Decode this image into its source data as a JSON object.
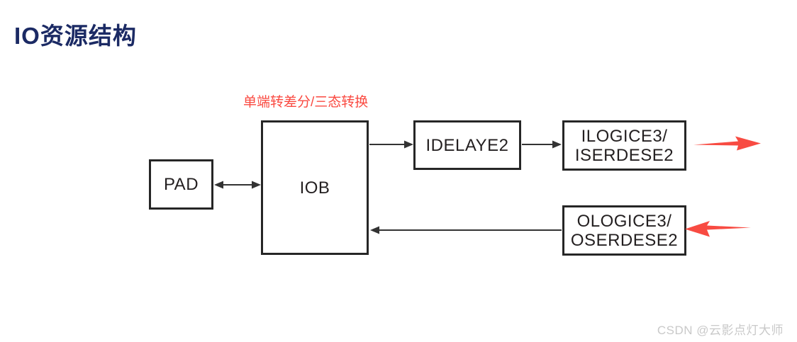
{
  "page": {
    "title": "IO资源结构",
    "title_color": "#1b2a64"
  },
  "annotation": {
    "text": "单端转差分/三态转换",
    "color": "#fa4a41"
  },
  "diagram": {
    "nodes": {
      "pad": {
        "label": "PAD"
      },
      "iob": {
        "label": "IOB"
      },
      "idelaye2": {
        "label": "IDELAYE2"
      },
      "ilogice": {
        "line1": "ILOGICE3/",
        "line2": "ISERDESE2"
      },
      "ologice": {
        "line1": "OLOGICE3/",
        "line2": "OSERDESE2"
      }
    },
    "connections": [
      "PAD <-> IOB",
      "IOB -> IDELAYE2",
      "IDELAYE2 -> ILOGICE3/ISERDESE2",
      "OLOGICE3/OSERDESE2 -> IOB"
    ],
    "colors": {
      "connector": "#333333",
      "box_border": "#262626",
      "red_arrow": "#f84b42"
    }
  },
  "watermark": {
    "text": "CSDN @云影点灯大师",
    "color": "#c9c9c9"
  }
}
